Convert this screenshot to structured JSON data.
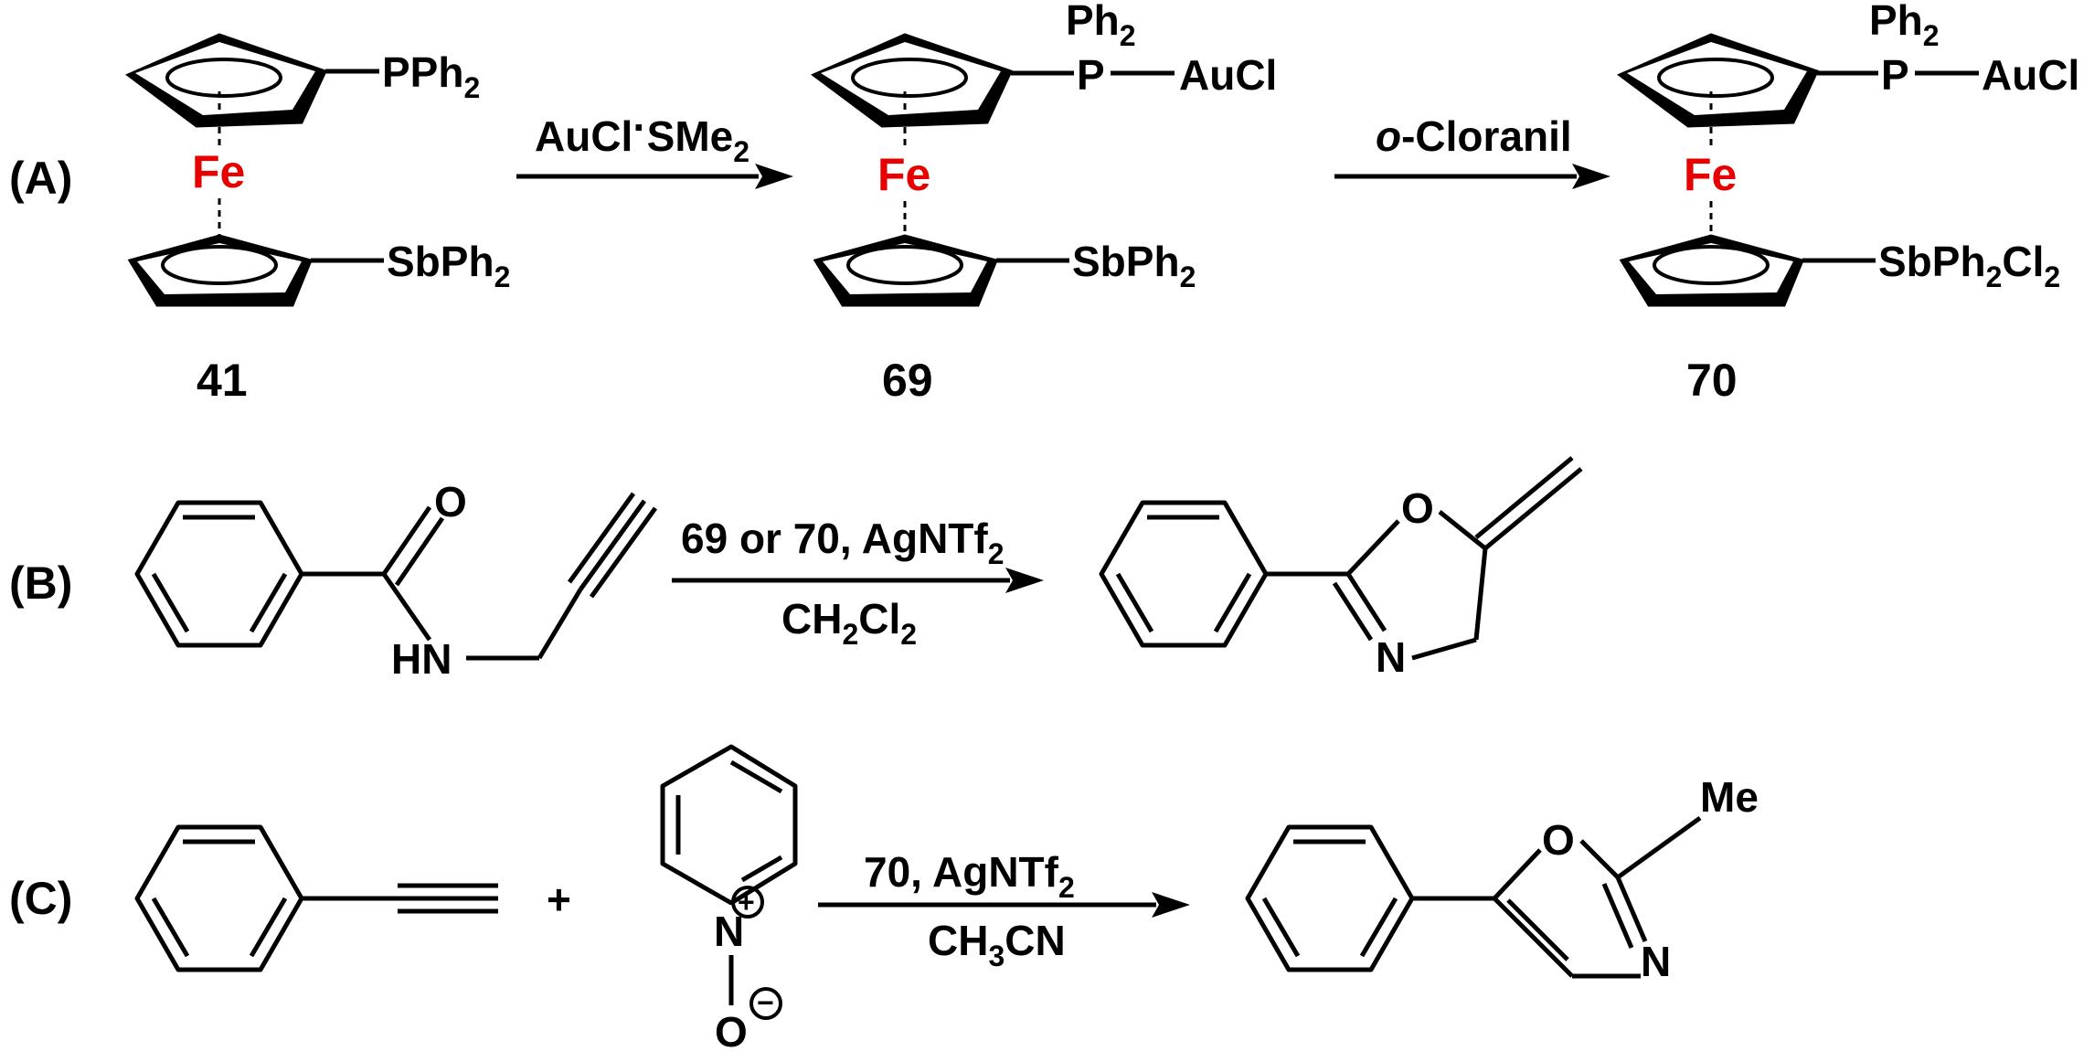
{
  "panels": [
    {
      "tag": "(A)"
    },
    {
      "tag": "(B)"
    },
    {
      "tag": "(C)"
    }
  ],
  "panelA": {
    "compound41": {
      "number": "41",
      "metal": "Fe",
      "top_sub": "PPh",
      "top_sub_idx": "2",
      "bot_sub": "SbPh",
      "bot_sub_idx": "2"
    },
    "arrow1": {
      "reagent": "AuCl",
      "reagent_dot": "·",
      "reagent_b": "SMe",
      "reagent_idx": "2"
    },
    "compound69": {
      "number": "69",
      "metal": "Fe",
      "ph": "Ph",
      "ph_idx": "2",
      "p": "P",
      "au": "AuCl",
      "bot_sub": "SbPh",
      "bot_sub_idx": "2"
    },
    "arrow2": {
      "reagent_prefix": "o",
      "reagent": "-Cloranil"
    },
    "compound70": {
      "number": "70",
      "metal": "Fe",
      "ph": "Ph",
      "ph_idx": "2",
      "p": "P",
      "au": "AuCl",
      "bot_sub": "SbPh",
      "bot_sub_idx": "2",
      "bot_cl": "Cl",
      "bot_cl_idx": "2"
    }
  },
  "panelB": {
    "reactant": {
      "o": "O",
      "hn": "HN"
    },
    "arrow": {
      "line1_a": "69 or 70, AgNTf",
      "line1_idx": "2",
      "line2_a": "CH",
      "line2_idx1": "2",
      "line2_b": "Cl",
      "line2_idx2": "2"
    },
    "product": {
      "o": "O",
      "n": "N"
    }
  },
  "panelC": {
    "plus": "+",
    "pyridine_oxide": {
      "n": "N",
      "o": "O",
      "plus_charge": "+",
      "minus_charge": "−"
    },
    "arrow": {
      "line1_a": "70, AgNTf",
      "line1_idx": "2",
      "line2_a": "CH",
      "line2_idx": "3",
      "line2_b": "CN"
    },
    "product": {
      "o": "O",
      "n": "N",
      "me": "Me"
    }
  }
}
